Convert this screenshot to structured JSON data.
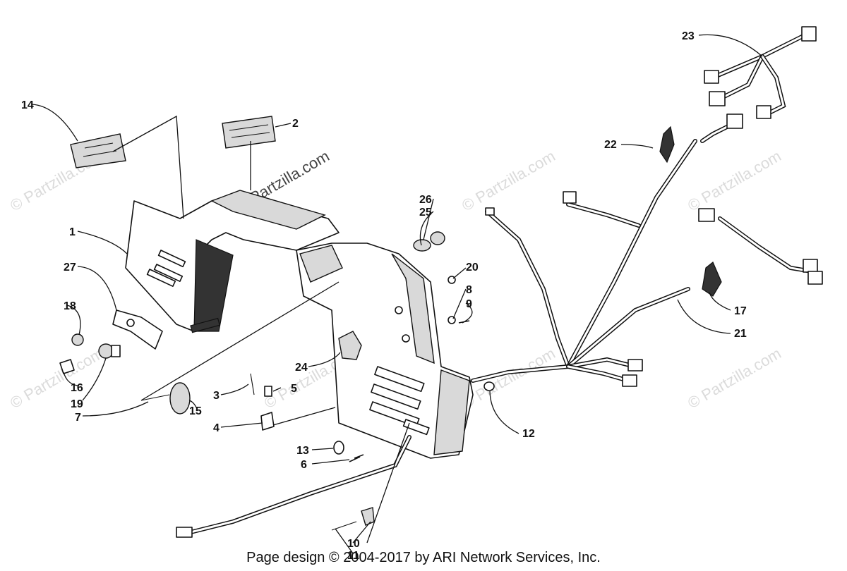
{
  "footer": "Page design © 2004-2017 by ARI Network Services, Inc.",
  "watermark": "© Partzilla.com",
  "callouts": {
    "c1": "1",
    "c2": "2",
    "c3": "3",
    "c4": "4",
    "c5": "5",
    "c6": "6",
    "c7": "7",
    "c8": "8",
    "c9": "9",
    "c10": "10",
    "c11": "11",
    "c12": "12",
    "c13": "13",
    "c14": "14",
    "c15": "15",
    "c16": "16",
    "c17": "17",
    "c18": "18",
    "c19": "19",
    "c20": "20",
    "c21": "21",
    "c22": "22",
    "c23": "23",
    "c24": "24",
    "c25": "25",
    "c26": "26",
    "c27": "27"
  }
}
